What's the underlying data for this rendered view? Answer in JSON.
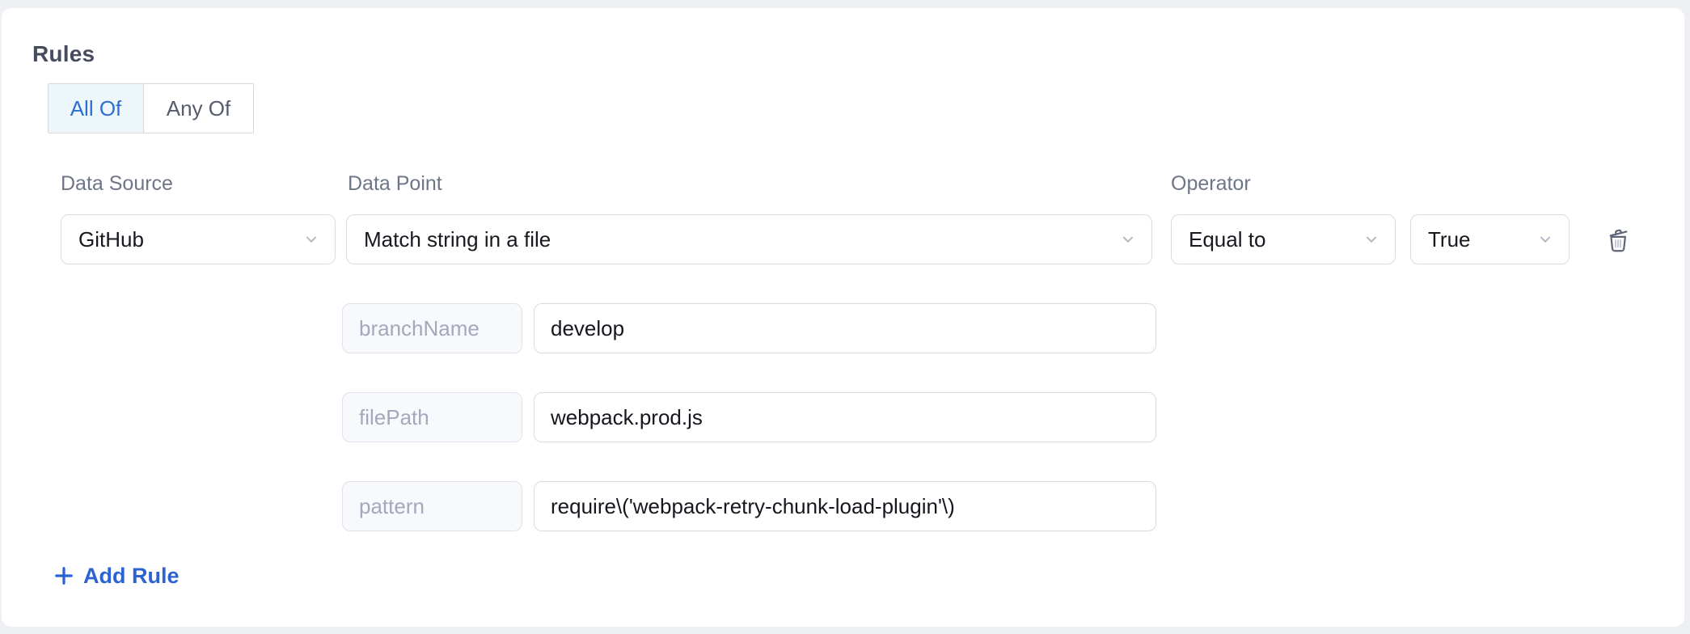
{
  "panel": {
    "title": "Rules"
  },
  "match_toggle": {
    "options": [
      {
        "label": "All Of",
        "selected": true
      },
      {
        "label": "Any Of",
        "selected": false
      }
    ]
  },
  "rule": {
    "data_source": {
      "label": "Data Source",
      "value": "GitHub"
    },
    "data_point": {
      "label": "Data Point",
      "value": "Match string in a file"
    },
    "operator": {
      "label": "Operator",
      "value": "Equal to"
    },
    "expected_value": {
      "value": "True"
    },
    "params": [
      {
        "key": "branchName",
        "value": "develop"
      },
      {
        "key": "filePath",
        "value": "webpack.prod.js"
      },
      {
        "key": "pattern",
        "value": "require\\('webpack-retry-chunk-load-plugin'\\)"
      }
    ]
  },
  "actions": {
    "add_rule_label": "Add Rule"
  },
  "icons": {
    "chevron_down": "chevron-down-icon",
    "trash": "trash-icon",
    "plus": "plus-icon"
  },
  "colors": {
    "accent_blue": "#2b6fd0",
    "link_blue": "#2b63d3",
    "selected_segment_bg": "#edf6fb",
    "page_bg": "#eef0f4",
    "border": "#d8dbe2",
    "label_gray": "#6f7589"
  }
}
